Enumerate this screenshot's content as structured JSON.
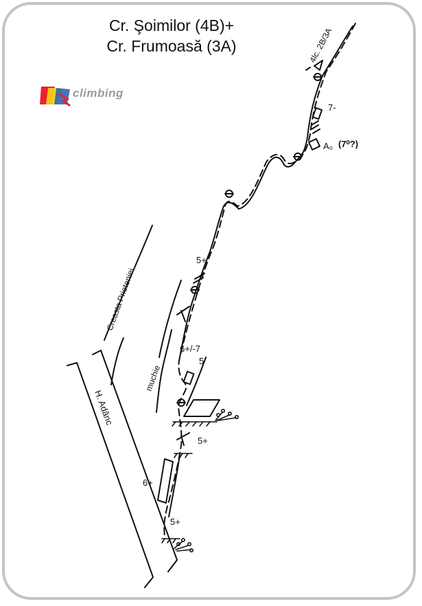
{
  "title": {
    "line1": "Cr. Şoimilor (4B)+",
    "line2": "Cr. Frumoasă (3A)"
  },
  "logo": {
    "text": "climbing"
  },
  "labels": {
    "exit": "4lc. 2B/3A",
    "grade_7minus": "7-",
    "aid": "A₀",
    "aid_free": "(7⁰?)",
    "grade_5plus_upper": "5+",
    "ridge": "Creasta Prieteniei",
    "arete": "muchie",
    "grade_6plus_7": "6+/-7",
    "grade_5": "5",
    "valley": "H. Adânc",
    "grade_5plus_mid": "5+",
    "grade_6plus": "6+",
    "grade_5plus_low": "5+"
  },
  "colors": {
    "line": "#111111",
    "frame": "#c4c4c4",
    "logo_red": "#e8232a",
    "logo_yellow": "#f7d417",
    "logo_blue": "#1c5fb0",
    "logo_text": "#9a9a9a"
  }
}
